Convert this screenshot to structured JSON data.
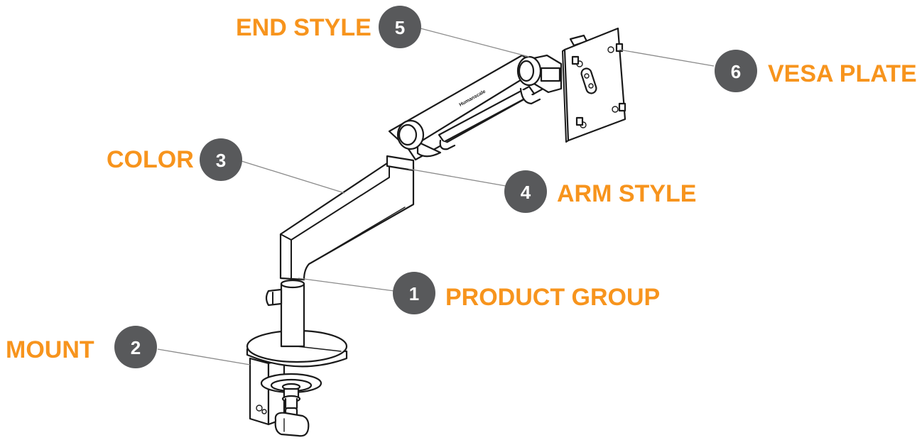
{
  "colors": {
    "label": "#f7941d",
    "badge": "#58595b",
    "leader": "#8a8a8a",
    "ink": "#1a1a1a"
  },
  "callouts": [
    {
      "number": "1",
      "label": "PRODUCT GROUP"
    },
    {
      "number": "2",
      "label": "MOUNT"
    },
    {
      "number": "3",
      "label": "COLOR"
    },
    {
      "number": "4",
      "label": "ARM STYLE"
    },
    {
      "number": "5",
      "label": "END STYLE"
    },
    {
      "number": "6",
      "label": "VESA PLATE"
    }
  ],
  "arm_brand_text": "Humanscale"
}
